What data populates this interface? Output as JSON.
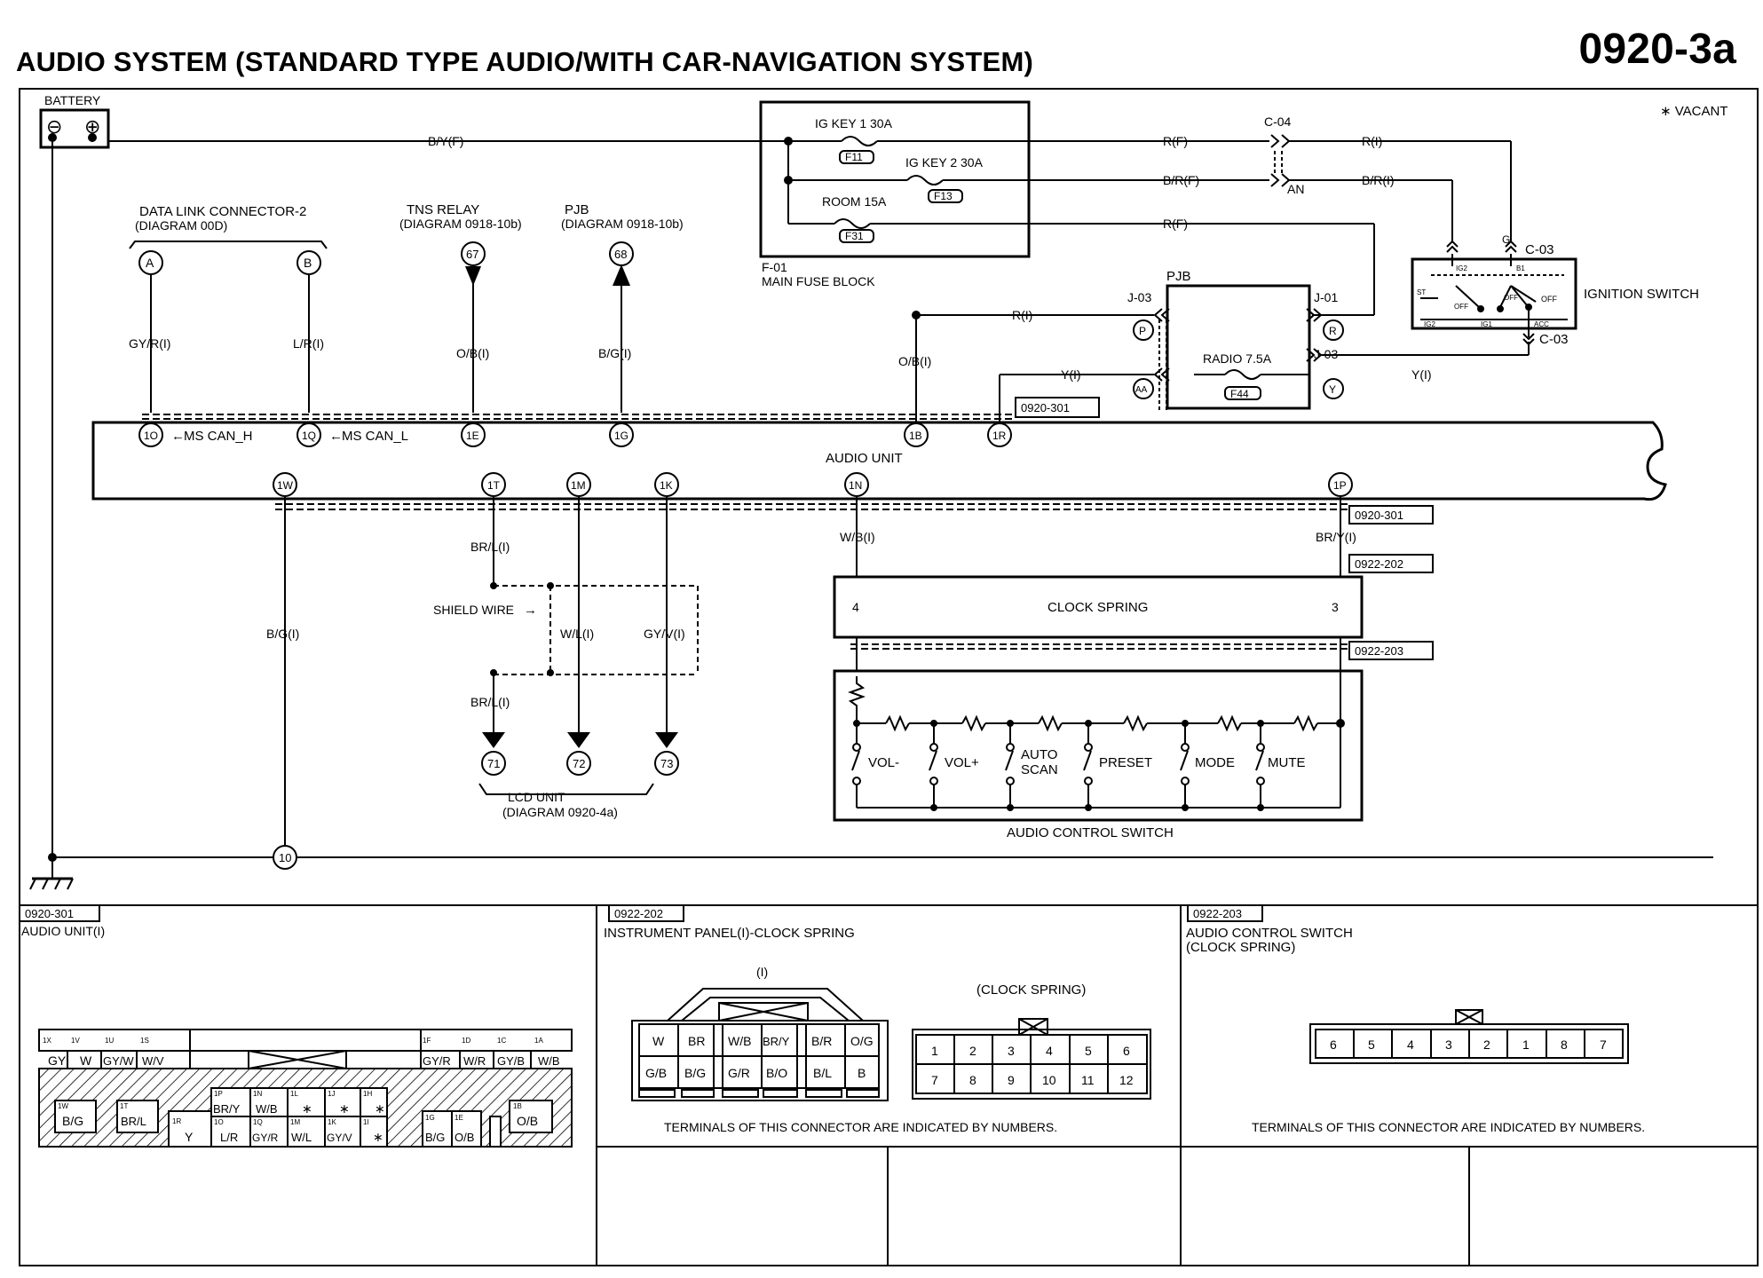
{
  "header": {
    "title": "AUDIO SYSTEM (STANDARD TYPE AUDIO/WITH CAR-NAVIGATION SYSTEM)",
    "page_number": "0920-3a"
  },
  "legend": {
    "vacant": "∗ VACANT"
  },
  "battery": {
    "label": "BATTERY",
    "minus": "⊖",
    "plus": "⊕"
  },
  "main_fuse_block": {
    "code": "F-01",
    "name": "MAIN FUSE BLOCK",
    "fuses": [
      {
        "label": "IG KEY 1 30A",
        "id": "F11"
      },
      {
        "label": "IG KEY 2 30A",
        "id": "F13"
      },
      {
        "label": "ROOM 15A",
        "id": "F31"
      }
    ]
  },
  "wires": {
    "battery_feed": "B/Y(F)",
    "rf1_left": "R(F)",
    "rf1_right": "R(I)",
    "brf_left": "B/R(F)",
    "brf_right": "B/R(I)",
    "rf_room": "R(F)",
    "dlc_a": "GY/R(I)",
    "dlc_b": "L/R(I)",
    "tns": "O/B(I)",
    "pjb68": "B/G(I)",
    "ob_1b": "O/B(I)",
    "r_pjb": "R(I)",
    "y_in": "Y(I)",
    "y_out": "Y(I)",
    "bg_1w": "B/G(I)",
    "brl_top": "BR/L(I)",
    "brl_bottom": "BR/L(I)",
    "wl": "W/L(I)",
    "gyv": "GY/V(I)",
    "wb": "W/B(I)",
    "bry": "BR/Y(I)"
  },
  "connectors": {
    "c04": "C-04",
    "an": "AN",
    "c03_top": "C-03",
    "c03_bottom": "C-03",
    "g": "G",
    "j03_left": "J-03",
    "j01": "J-01",
    "j03_right": "J-03"
  },
  "callouts": {
    "dlc": "DATA LINK CONNECTOR-2",
    "dlc_ref": "(DIAGRAM 00D)",
    "tns": "TNS RELAY",
    "tns_ref": "(DIAGRAM 0918-10b)",
    "pjb": "PJB",
    "pjb_ref": "(DIAGRAM 0918-10b)",
    "lcd": "LCD UNIT",
    "lcd_ref": "(DIAGRAM 0920-4a)"
  },
  "pjb_box": {
    "label": "PJB",
    "fuse": "RADIO 7.5A",
    "fuse_id": "F44"
  },
  "ignition_switch": {
    "label": "IGNITION SWITCH",
    "terminals": [
      "IG2",
      "B1",
      "ST",
      "IG2",
      "IG1",
      "ACC"
    ],
    "positions": [
      "OFF",
      "OFF",
      "OFF"
    ]
  },
  "audio_unit": {
    "label": "AUDIO UNIT",
    "ref_top": "0920-301",
    "ref_bottom": "0920-301",
    "top_pins": [
      "1O",
      "1Q",
      "1E",
      "1G",
      "1B",
      "1R"
    ],
    "bottom_pins": [
      "1W",
      "1T",
      "1M",
      "1K",
      "1N",
      "1P"
    ],
    "ms_can_h": "MS CAN_H",
    "ms_can_l": "MS CAN_L"
  },
  "circles": {
    "a": "A",
    "b": "B",
    "c67": "67",
    "c68": "68",
    "p": "P",
    "aa": "AA",
    "r": "R",
    "y": "Y",
    "c71": "71",
    "c72": "72",
    "c73": "73",
    "c10": "10"
  },
  "shield": {
    "label": "SHIELD WIRE"
  },
  "clock_spring": {
    "label": "CLOCK SPRING",
    "ref_top": "0922-202",
    "ref_bottom": "0922-203",
    "pin_left": "4",
    "pin_right": "3"
  },
  "audio_control_switch": {
    "label": "AUDIO CONTROL SWITCH",
    "switches": [
      "VOL-",
      "VOL+",
      "AUTO",
      "SCAN",
      "PRESET",
      "MODE",
      "MUTE"
    ]
  },
  "panels": {
    "p1": {
      "code": "0920-301",
      "title": "AUDIO UNIT(I)",
      "top_row": [
        {
          "pin": "1X",
          "wire": "GY"
        },
        {
          "pin": "1V",
          "wire": "W"
        },
        {
          "pin": "1U",
          "wire": "GY/W"
        },
        {
          "pin": "1S",
          "wire": "W/V"
        },
        {
          "pin": "1F",
          "wire": "GY/R"
        },
        {
          "pin": "1D",
          "wire": "W/R"
        },
        {
          "pin": "1C",
          "wire": "GY/B"
        },
        {
          "pin": "1A",
          "wire": "W/B"
        }
      ],
      "mid_row": [
        {
          "pin": "1P",
          "wire": "BR/Y"
        },
        {
          "pin": "1N",
          "wire": "W/B"
        },
        {
          "pin": "1L",
          "wire": "∗"
        },
        {
          "pin": "1J",
          "wire": "∗"
        },
        {
          "pin": "1H",
          "wire": "∗"
        }
      ],
      "low_row": [
        {
          "pin": "1R",
          "wire": "Y"
        },
        {
          "pin": "1O",
          "wire": "L/R"
        },
        {
          "pin": "1Q",
          "wire": "GY/R"
        },
        {
          "pin": "1M",
          "wire": "W/L"
        },
        {
          "pin": "1K",
          "wire": "GY/V"
        },
        {
          "pin": "1I",
          "wire": "∗"
        },
        {
          "pin": "1G",
          "wire": "B/G"
        },
        {
          "pin": "1E",
          "wire": "O/B"
        }
      ],
      "side": [
        {
          "pin": "1W",
          "wire": "B/G"
        },
        {
          "pin": "1T",
          "wire": "BR/L"
        },
        {
          "pin": "1B",
          "wire": "O/B"
        }
      ]
    },
    "p2": {
      "code": "0922-202",
      "title": "INSTRUMENT PANEL(I)-CLOCK SPRING",
      "harness_tag": "(I)",
      "harness_top": [
        "W",
        "BR",
        "W/B",
        "BR/Y",
        "B/R",
        "O/G"
      ],
      "harness_bottom": [
        "G/B",
        "B/G",
        "G/R",
        "B/O",
        "B/L",
        "B"
      ],
      "clock_tag": "(CLOCK SPRING)",
      "clock_top": [
        "1",
        "2",
        "3",
        "4",
        "5",
        "6"
      ],
      "clock_bottom": [
        "7",
        "8",
        "9",
        "10",
        "11",
        "12"
      ],
      "note": "TERMINALS OF THIS CONNECTOR ARE INDICATED BY NUMBERS."
    },
    "p3": {
      "code": "0922-203",
      "title": "AUDIO CONTROL SWITCH",
      "subtitle": "(CLOCK SPRING)",
      "pins": [
        "6",
        "5",
        "4",
        "3",
        "2",
        "1",
        "8",
        "7"
      ],
      "note": "TERMINALS OF THIS CONNECTOR ARE INDICATED BY NUMBERS."
    }
  }
}
